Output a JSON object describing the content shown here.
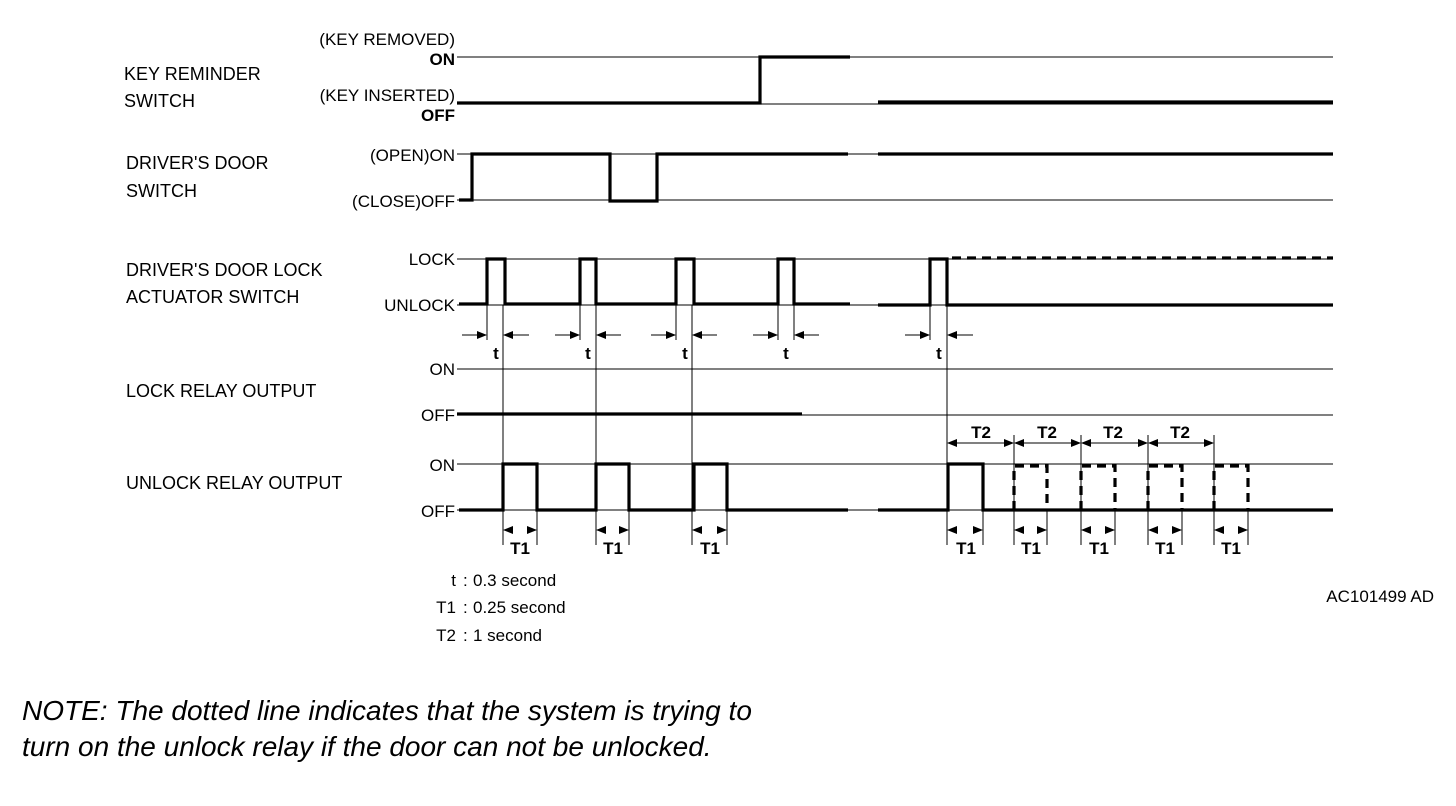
{
  "signals": [
    {
      "label_lines": [
        "KEY REMINDER",
        "SWITCH"
      ],
      "high_level": [
        "(KEY REMOVED)",
        "ON"
      ],
      "low_level": [
        "(KEY INSERTED)",
        "OFF"
      ]
    },
    {
      "label_lines": [
        "DRIVER'S DOOR",
        "SWITCH"
      ],
      "high_level": [
        "(OPEN)ON"
      ],
      "low_level": [
        "(CLOSE)OFF"
      ]
    },
    {
      "label_lines": [
        "DRIVER'S DOOR LOCK",
        "ACTUATOR SWITCH"
      ],
      "high_level": [
        "LOCK"
      ],
      "low_level": [
        "UNLOCK"
      ]
    },
    {
      "label_lines": [
        "LOCK RELAY OUTPUT"
      ],
      "high_level": [
        "ON"
      ],
      "low_level": [
        "OFF"
      ]
    },
    {
      "label_lines": [
        "UNLOCK RELAY OUTPUT"
      ],
      "high_level": [
        "ON"
      ],
      "low_level": [
        "OFF"
      ]
    }
  ],
  "interval_labels": {
    "t": "t",
    "t1": "T1",
    "t2": "T2"
  },
  "legend": [
    {
      "symbol": "t",
      "separator": ":",
      "value": "0.3 second"
    },
    {
      "symbol": "T1",
      "separator": ":",
      "value": "0.25 second"
    },
    {
      "symbol": "T2",
      "separator": ":",
      "value": "1 second"
    }
  ],
  "figure_code": "AC101499 AD",
  "note": "NOTE: The dotted line indicates that the system is trying to turn on the unlock relay if the door can not be unlocked."
}
